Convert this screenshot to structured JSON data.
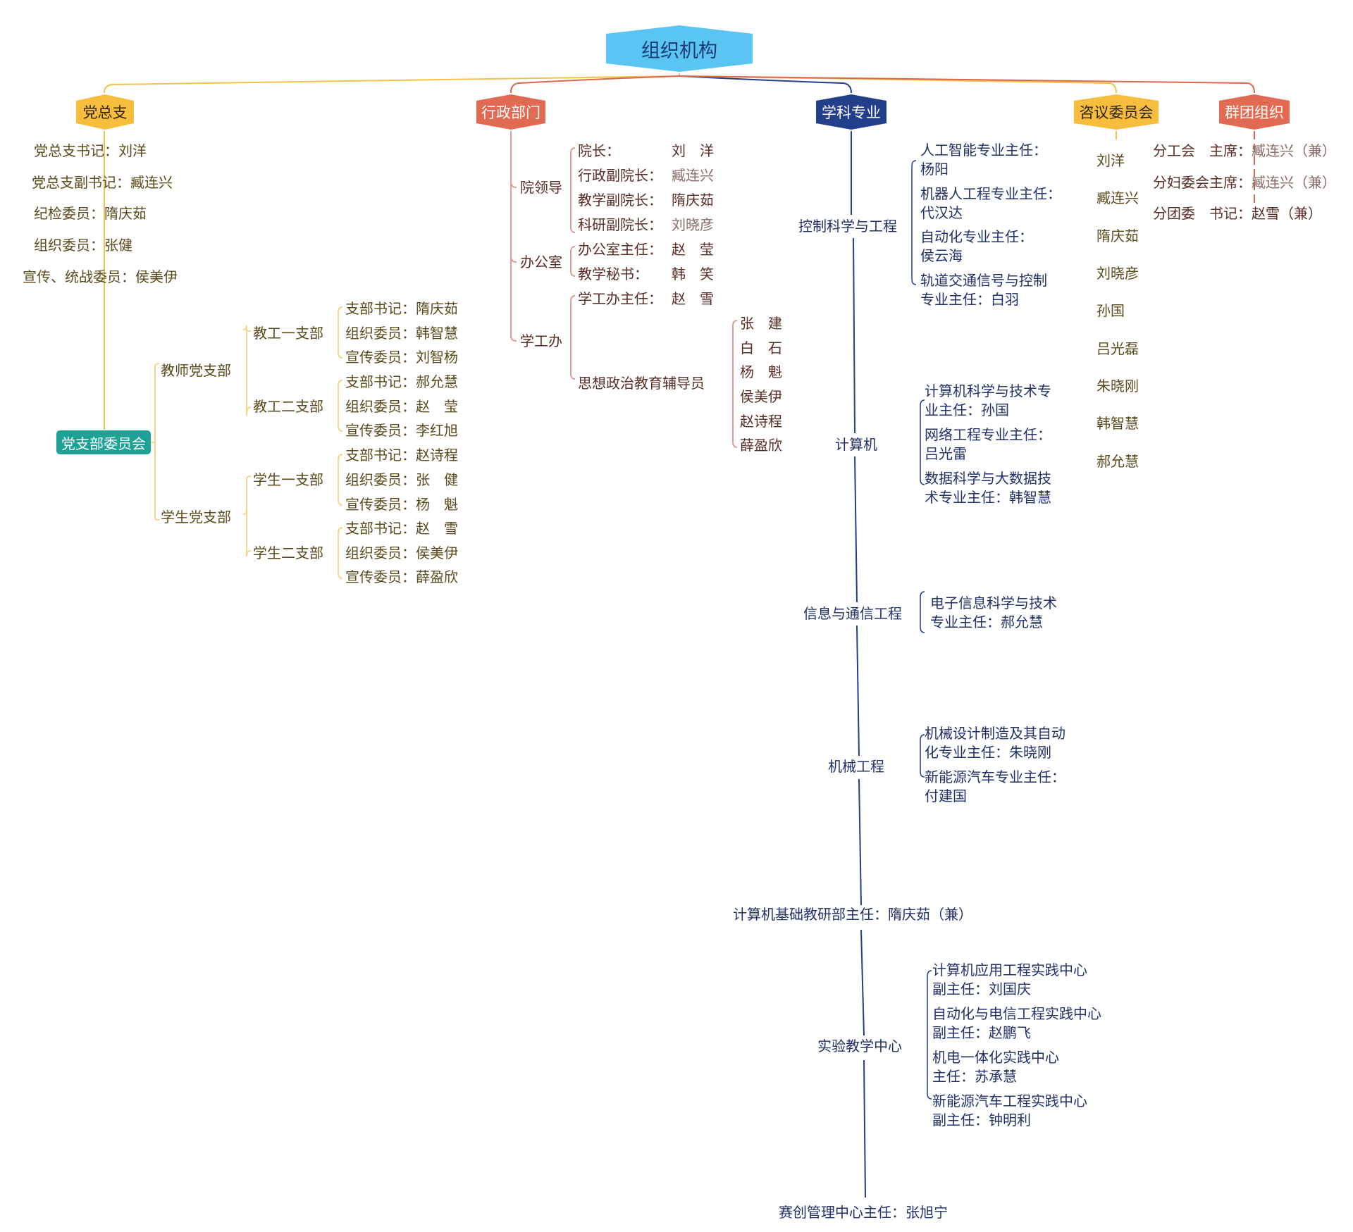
{
  "root": {
    "label": "组织机构",
    "color": "#5ac4f2"
  },
  "branches": {
    "party": {
      "label": "党总支",
      "color": "#f6be3c",
      "members": [
        "党总支书记：刘洋",
        "党总支副书记：臧连兴",
        "纪检委员：隋庆茹",
        "组织委员：张健",
        "宣传、统战委员：侯美伊"
      ],
      "committee": {
        "label": "党支部委员会",
        "color": "#1fa296",
        "groups": [
          {
            "label": "教师党支部",
            "branches": [
              {
                "label": "教工一支部",
                "members": [
                  "支部书记：隋庆茹",
                  "组织委员：韩智慧",
                  "宣传委员：刘智杨"
                ]
              },
              {
                "label": "教工二支部",
                "members": [
                  "支部书记：郝允慧",
                  "组织委员：赵　莹",
                  "宣传委员：李红旭"
                ]
              }
            ]
          },
          {
            "label": "学生党支部",
            "branches": [
              {
                "label": "学生一支部",
                "members": [
                  "支部书记：赵诗程",
                  "组织委员：张　健",
                  "宣传委员：杨　魁"
                ]
              },
              {
                "label": "学生二支部",
                "members": [
                  "支部书记：赵　雪",
                  "组织委员：侯美伊",
                  "宣传委员：薛盈欣"
                ]
              }
            ]
          }
        ]
      }
    },
    "admin": {
      "label": "行政部门",
      "color": "#e06a52",
      "units": [
        {
          "label": "院领导",
          "roles": [
            {
              "role": "院长：",
              "name": "刘　洋"
            },
            {
              "role": "行政副院长：",
              "name": "臧连兴"
            },
            {
              "role": "教学副院长：",
              "name": "隋庆茹"
            },
            {
              "role": "科研副院长：",
              "name": "刘晓彦"
            }
          ]
        },
        {
          "label": "办公室",
          "roles": [
            {
              "role": "办公室主任：",
              "name": "赵　莹"
            },
            {
              "role": "教学秘书：",
              "name": "韩　笑"
            }
          ]
        },
        {
          "label": "学工办",
          "roles": [
            {
              "role": "学工办主任：",
              "name": "赵　雪"
            }
          ],
          "counselors": {
            "label": "思想政治教育辅导员",
            "names": [
              "张　建",
              "白　石",
              "杨　魁",
              "侯美伊",
              "赵诗程",
              "薛盈欣"
            ]
          }
        }
      ]
    },
    "discipline": {
      "label": "学科专业",
      "color": "#233f8c",
      "areas": [
        {
          "label": "控制科学与工程",
          "items": [
            [
              "人工智能专业主任：",
              "杨阳"
            ],
            [
              "机器人工程专业主任：",
              "代汉达"
            ],
            [
              "自动化专业主任：",
              "侯云海"
            ],
            [
              "轨道交通信号与控制",
              "专业主任：白羽"
            ]
          ]
        },
        {
          "label": "计算机",
          "items": [
            [
              "计算机科学与技术专",
              "业主任：孙国"
            ],
            [
              "网络工程专业主任：",
              "吕光雷"
            ],
            [
              "数据科学与大数据技",
              "术专业主任：韩智慧"
            ]
          ]
        },
        {
          "label": "信息与通信工程",
          "items": [
            [
              "电子信息科学与技术",
              "专业主任：郝允慧"
            ]
          ]
        },
        {
          "label": "机械工程",
          "items": [
            [
              "机械设计制造及其自动",
              "化专业主任：朱晓刚"
            ],
            [
              "新能源汽车专业主任：",
              "付建国"
            ]
          ]
        },
        {
          "label": "计算机基础教研部主任：隋庆茹（兼）",
          "items": []
        },
        {
          "label": "实验教学中心",
          "items": [
            [
              "计算机应用工程实践中心",
              "副主任：刘国庆"
            ],
            [
              "自动化与电信工程实践中心",
              "副主任：赵鹏飞"
            ],
            [
              "机电一体化实践中心",
              "主任：苏承慧"
            ],
            [
              "新能源汽车工程实践中心",
              "副主任：钟明利"
            ]
          ]
        },
        {
          "label": "赛创管理中心主任：张旭宁",
          "items": []
        }
      ]
    },
    "advisory": {
      "label": "咨议委员会",
      "color": "#f6be3c",
      "members": [
        "刘洋",
        "臧连兴",
        "隋庆茹",
        "刘晓彦",
        "孙国",
        "吕光磊",
        "朱晓刚",
        "韩智慧",
        "郝允慧"
      ]
    },
    "mass": {
      "label": "群团组织",
      "color": "#e06a52",
      "roles": [
        {
          "role": "分工会　主席：",
          "name": "臧连兴（兼）"
        },
        {
          "role": "分妇委会主席：",
          "name": "臧连兴（兼）"
        },
        {
          "role": "分团委　书记：",
          "name": "赵雪（兼）"
        }
      ]
    }
  }
}
